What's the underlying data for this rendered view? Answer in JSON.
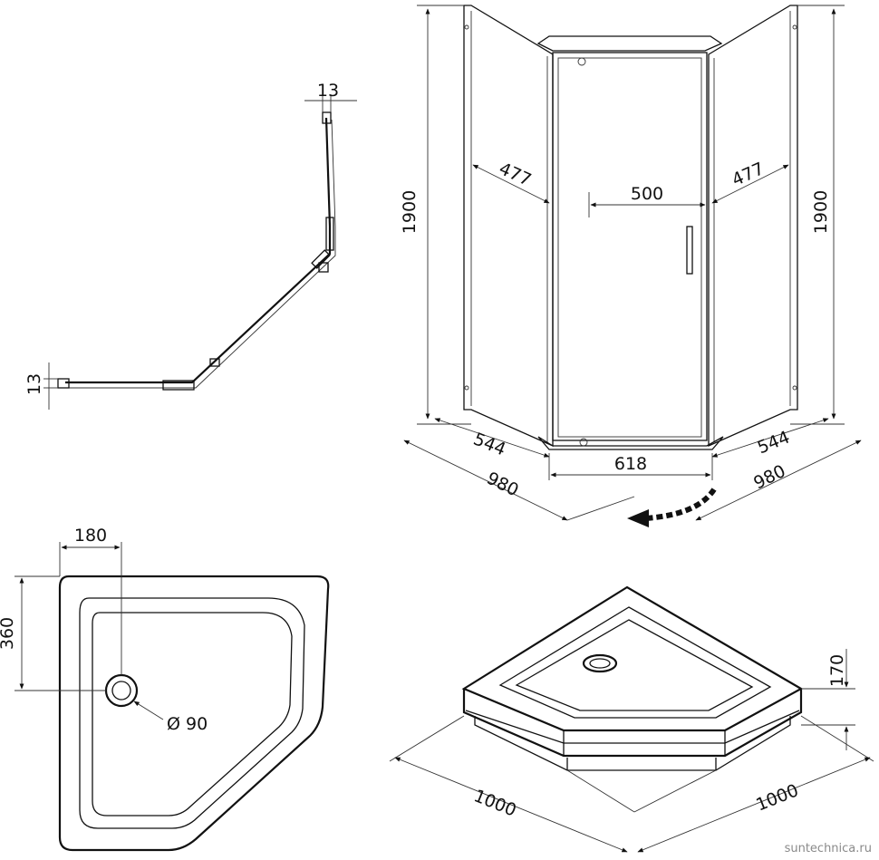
{
  "plan_view": {
    "panel_thickness_top": "13",
    "panel_thickness_left": "13"
  },
  "cabin_view": {
    "height_left": "1900",
    "height_right": "1900",
    "side_panel_left": "477",
    "door_width": "500",
    "side_panel_right": "477",
    "wall_inner_left": "544",
    "wall_inner_right": "544",
    "front_width": "618",
    "wall_outer_left": "980",
    "wall_outer_right": "980"
  },
  "tray_top_view": {
    "drain_offset_x": "180",
    "drain_offset_y": "360",
    "drain_diameter": "Ø 90"
  },
  "tray_iso_view": {
    "height": "170",
    "side_left": "1000",
    "side_right": "1000"
  },
  "watermark": "suntechnica.ru"
}
